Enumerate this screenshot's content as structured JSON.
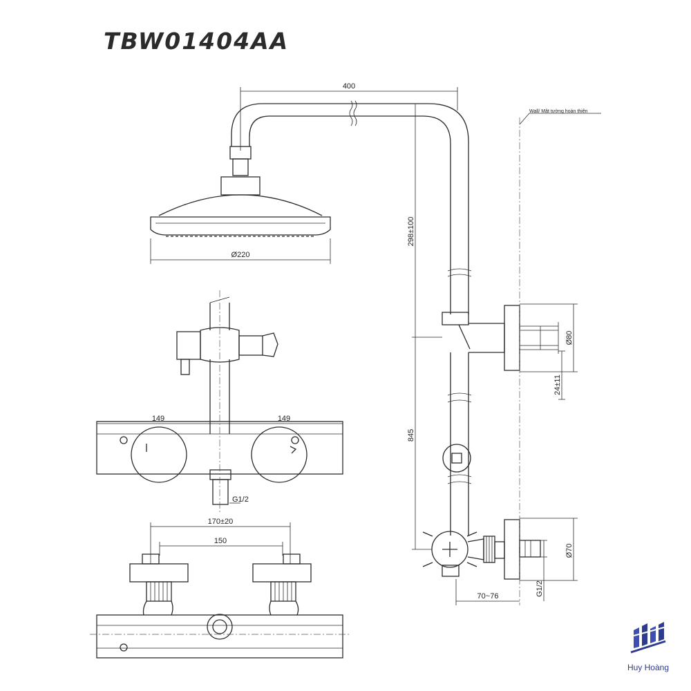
{
  "title": "TBW01404AA",
  "wall_note": "Wall/ Mặt tường hoàn thiện",
  "dimensions": {
    "arm_length": "400",
    "head_diameter": "Ø220",
    "riser_height": "298±100",
    "bracket_diameter": "Ø80",
    "bracket_offset": "24±11",
    "riser_to_mixer": "845",
    "mixer_flange_diameter": "Ø70",
    "mixer_thread": "G1/2",
    "mixer_projection": "70~76",
    "half_width_left": "149",
    "half_width_right": "149",
    "outlet_thread": "G1/2",
    "inlet_spacing_range": "170±20",
    "inlet_spacing": "150"
  },
  "brand": {
    "name": "Huy Hoàng",
    "color": "#2e3b8f",
    "icon": "building-logo-icon"
  }
}
